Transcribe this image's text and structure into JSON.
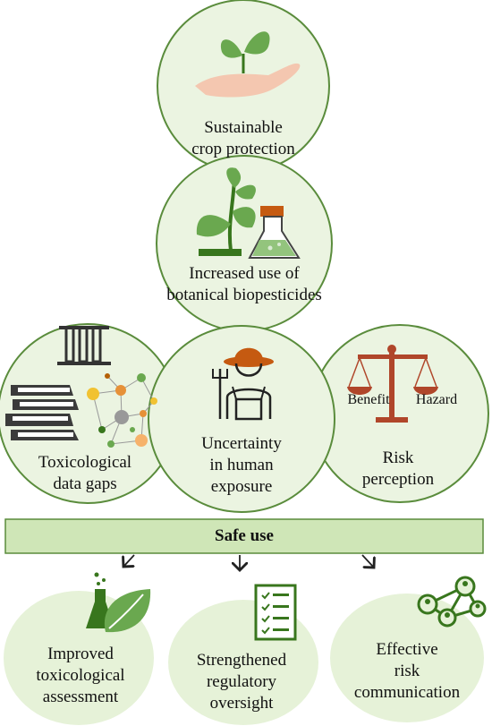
{
  "colors": {
    "circle_fill": "#ebf4e1",
    "circle_stroke": "#5a8c3c",
    "bar_fill": "#cfe6b7",
    "leaf": "#6aa84f",
    "dark_green": "#38761d",
    "hand": "#f4c7b0",
    "farmer_hat": "#c55a11",
    "scale": "#b0462a",
    "books": "#3b3b3b"
  },
  "top_circle": {
    "label": "Sustainable\ncrop protection",
    "icon": "plant-in-hand-icon"
  },
  "middle_circle": {
    "label": "Increased use of\nbotanical biopesticides",
    "icon": "plant-flask-icon"
  },
  "left_circle": {
    "label": "Toxicological\ndata gaps",
    "icon": "books-network-icon"
  },
  "center_circle": {
    "label": "Uncertainty\nin human\nexposure",
    "icon": "farmer-icon"
  },
  "right_circle": {
    "label": "Risk\nperception",
    "icon": "balance-scale-icon",
    "benefit_label": "Benefit",
    "hazard_label": "Hazard"
  },
  "safe_use_bar": {
    "label": "Safe use"
  },
  "outcomes": [
    {
      "label": "Improved\ntoxicological\nassessment",
      "icon": "flask-leaf-icon"
    },
    {
      "label": "Strengthened\nregulatory\noversight",
      "icon": "checklist-icon"
    },
    {
      "label": "Effective\nrisk\ncommunication",
      "icon": "people-network-icon"
    }
  ]
}
